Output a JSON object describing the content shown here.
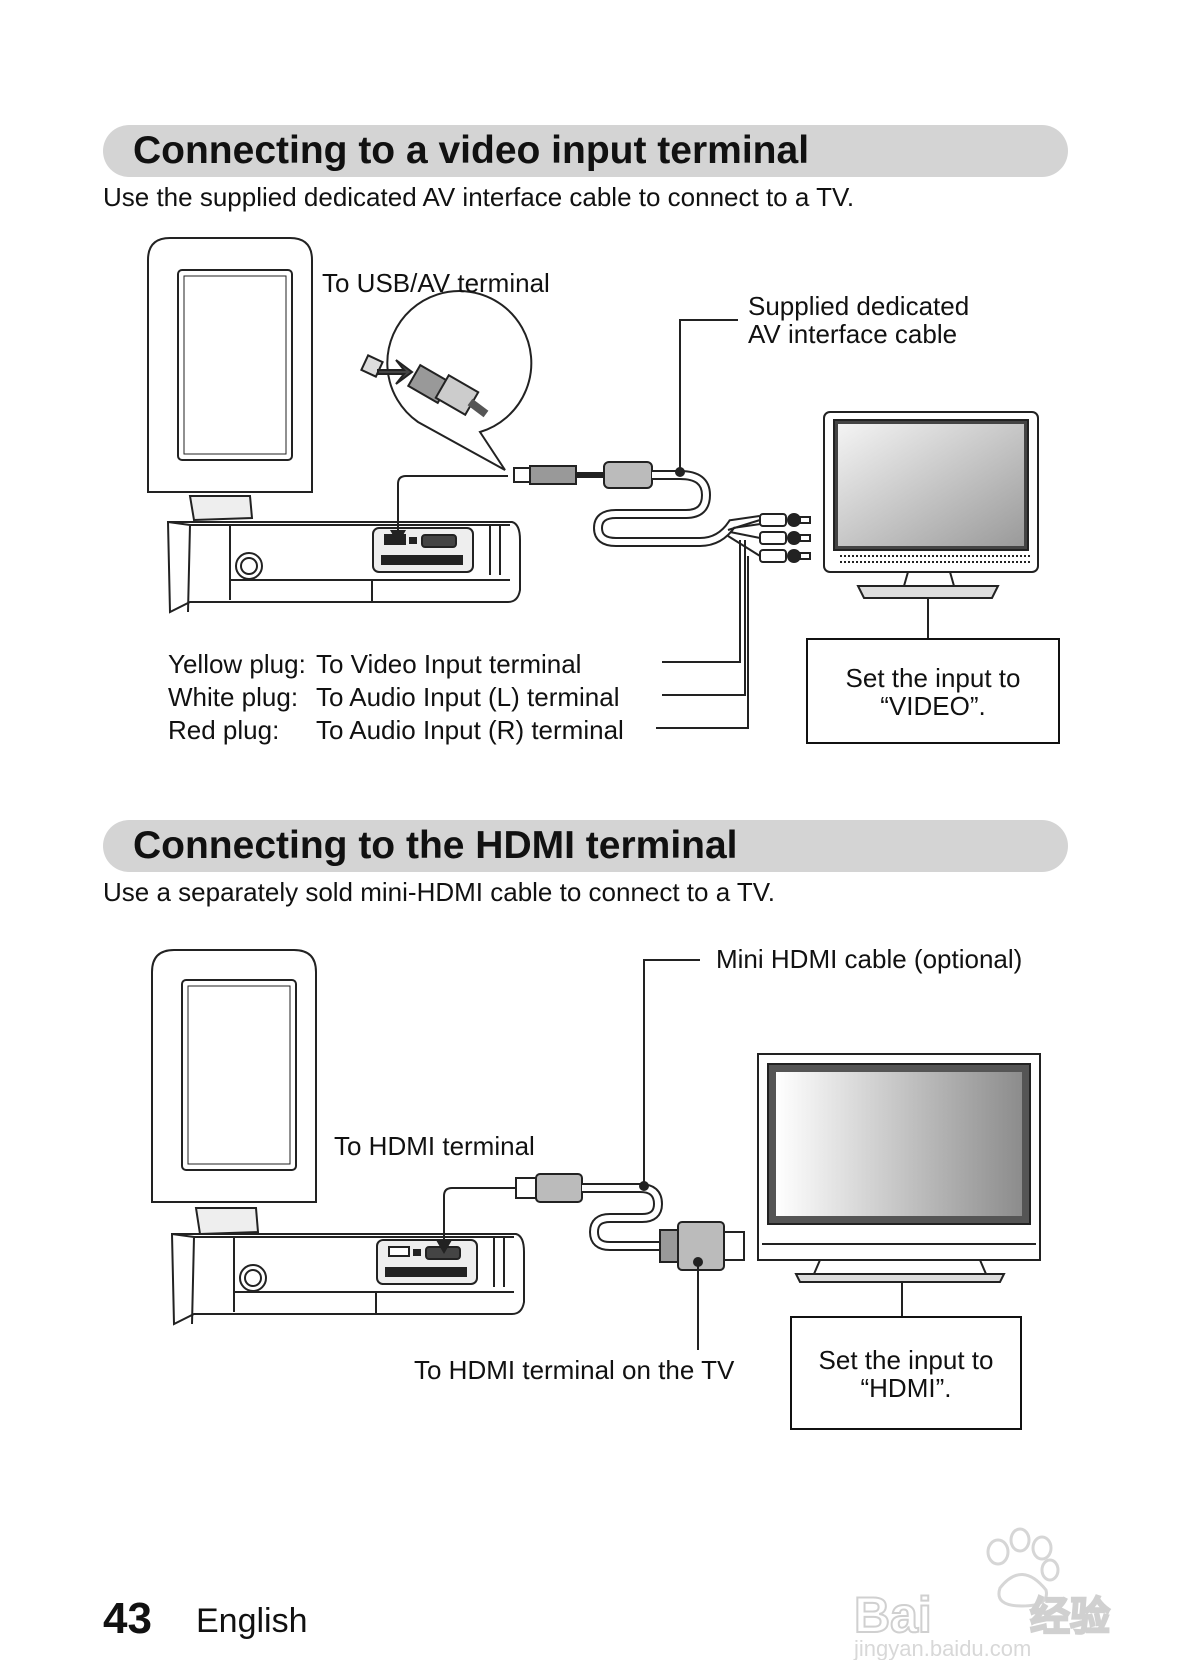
{
  "sections": [
    {
      "title": "Connecting to a video input terminal",
      "lead": "Use the supplied dedicated AV interface cable to connect to a TV.",
      "labels": {
        "usb_av": "To USB/AV terminal",
        "cable_line1": "Supplied dedicated",
        "cable_line2": "AV interface cable"
      },
      "plugs": [
        {
          "key": "Yellow plug:",
          "value": "To Video Input terminal"
        },
        {
          "key": "White plug:",
          "value": "To Audio Input (L) terminal"
        },
        {
          "key": "Red plug:",
          "value": "To Audio Input (R) terminal"
        }
      ],
      "box": {
        "line1": "Set the input to",
        "line2": "“VIDEO”."
      }
    },
    {
      "title": "Connecting to the HDMI terminal",
      "lead": "Use a separately sold mini-HDMI cable to connect to a TV.",
      "labels": {
        "cable": "Mini HDMI cable (optional)",
        "camera_terminal": "To HDMI terminal",
        "tv_terminal": "To HDMI terminal on the TV"
      },
      "box": {
        "line1": "Set the input to",
        "line2": "“HDMI”."
      }
    }
  ],
  "footer": {
    "page_number": "43",
    "language": "English"
  },
  "watermark": {
    "brand": "Bai du 经验",
    "url": "jingyan.baidu.com"
  }
}
